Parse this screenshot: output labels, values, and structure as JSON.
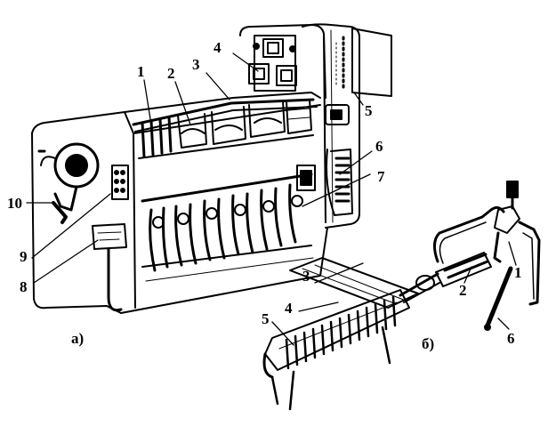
{
  "figure": {
    "panel_a": {
      "caption": "а)",
      "callouts": [
        "1",
        "2",
        "3",
        "4",
        "5",
        "6",
        "7",
        "8",
        "9",
        "10"
      ]
    },
    "panel_b": {
      "caption": "б)",
      "callouts": [
        "1",
        "2",
        "3",
        "4",
        "5",
        "6"
      ]
    },
    "ink_color": "#000000",
    "paper_color": "#ffffff"
  }
}
